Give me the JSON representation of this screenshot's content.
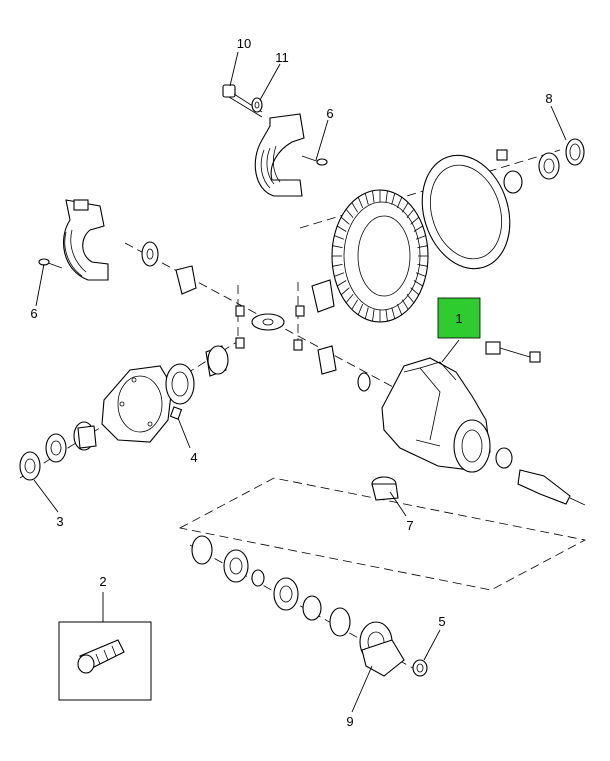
{
  "highlight_color": "#2ecc2e",
  "callouts": {
    "c1": "1",
    "c2": "2",
    "c3": "3",
    "c4": "4",
    "c5": "5",
    "c6a": "6",
    "c6b": "6",
    "c7": "7",
    "c8": "8",
    "c9": "9",
    "c10": "10",
    "c11": "11"
  }
}
